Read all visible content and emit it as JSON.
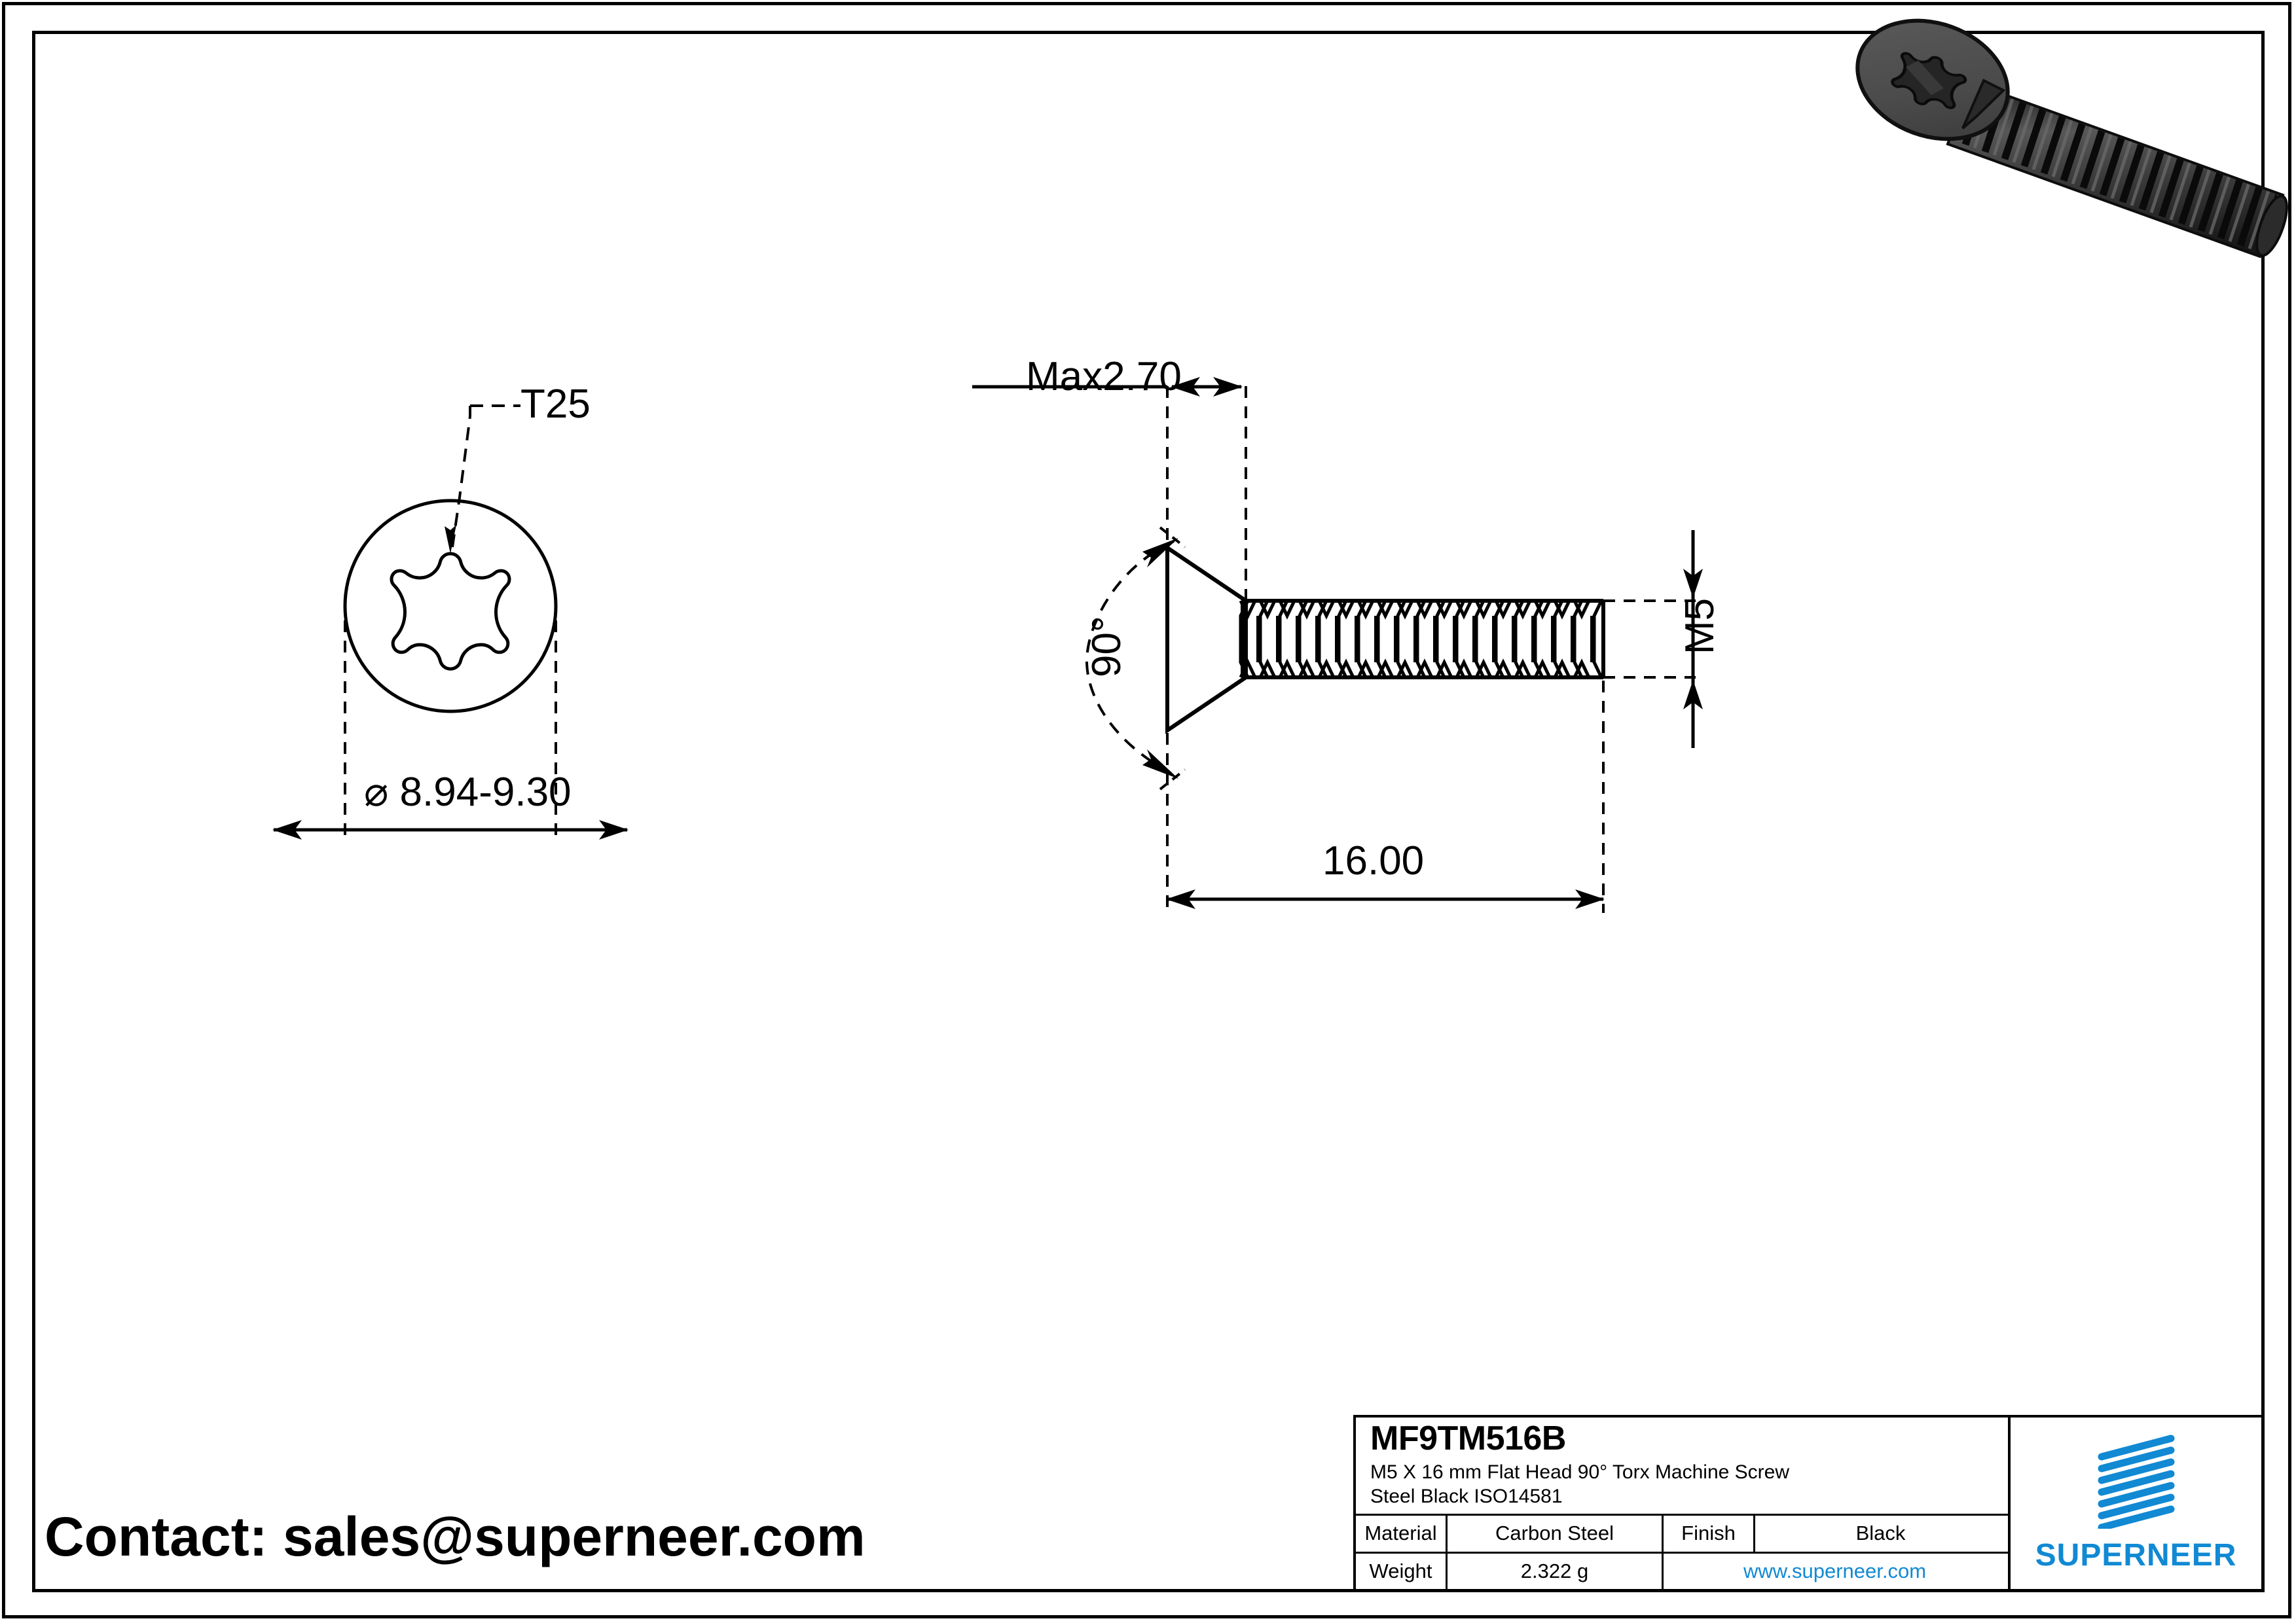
{
  "sheet": {
    "contact_text": "Contact: sales@superneer.com"
  },
  "front_view": {
    "drive_callout": "T25",
    "head_diameter": "⌀ 8.94-9.30"
  },
  "side_view": {
    "head_height": "Max2.70",
    "head_angle": "90°",
    "thread_size": "M5",
    "length": "16.00"
  },
  "title_block": {
    "sku": "MF9TM516B",
    "description_line1": "M5  X 16 mm Flat Head 90°  Torx Machine Screw",
    "description_line2": "Steel Black ISO14581",
    "material_label": "Material",
    "material_value": "Carbon Steel",
    "finish_label": "Finish",
    "finish_value": "Black",
    "weight_label": "Weight",
    "weight_value": "2.322 g",
    "website": "www.superneer.com",
    "brand": "SUPERNEER",
    "brand_color": "#1189D3"
  }
}
